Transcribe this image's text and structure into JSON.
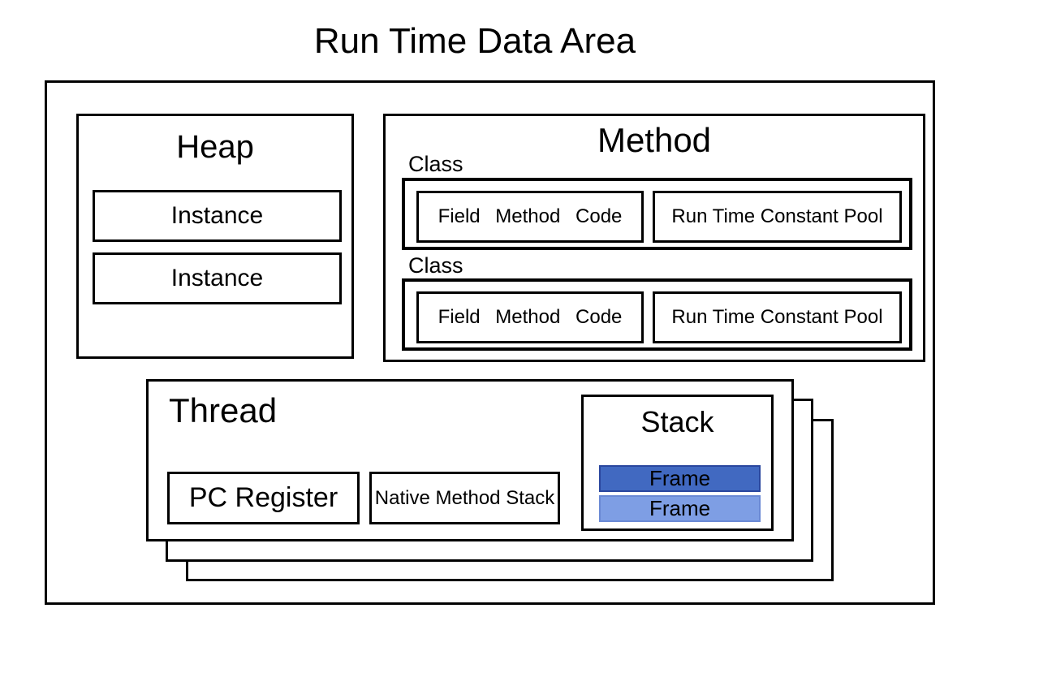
{
  "diagram": {
    "title": "Run Time Data Area",
    "heap": {
      "title": "Heap",
      "instances": [
        {
          "label": "Instance"
        },
        {
          "label": "Instance"
        }
      ]
    },
    "method": {
      "title": "Method",
      "classes": [
        {
          "label": "Class",
          "field_method_code": "Field Method Code",
          "constant_pool": "Run Time Constant Pool"
        },
        {
          "label": "Class",
          "field_method_code": "Field Method Code",
          "constant_pool": "Run Time Constant Pool"
        }
      ]
    },
    "thread": {
      "title": "Thread",
      "pc_register": "PC Register",
      "native_method_stack": "Native Method Stack",
      "stack": {
        "title": "Stack",
        "frames": [
          {
            "label": "Frame",
            "fill": "#4169c1",
            "border": "#2a479e",
            "text_color": "#000000"
          },
          {
            "label": "Frame",
            "fill": "#7e9ee4",
            "border": "#6a89d4",
            "text_color": "#000000"
          }
        ]
      }
    },
    "colors": {
      "background": "#ffffff",
      "outline": "#000000"
    }
  }
}
